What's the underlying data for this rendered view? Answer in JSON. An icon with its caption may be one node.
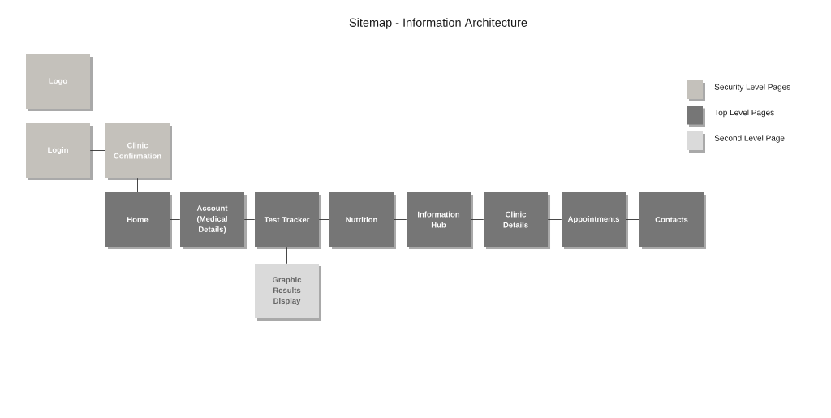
{
  "diagram": {
    "title": "Sitemap - Information Architecture",
    "nodes": [
      {
        "text": [
          "Logo"
        ]
      },
      {
        "text": [
          "Login"
        ]
      },
      {
        "text": [
          "Clinic Confirmation"
        ]
      },
      {
        "text": [
          "Home"
        ]
      },
      {
        "text": [
          "Account (Medical Details)"
        ]
      },
      {
        "text": [
          "Test Tracker"
        ]
      },
      {
        "text": [
          "Nutrition"
        ]
      },
      {
        "text": [
          "Information Hub"
        ]
      },
      {
        "text": [
          "Clinic Details"
        ]
      },
      {
        "text": [
          "Appointments"
        ]
      },
      {
        "text": [
          "Contacts"
        ]
      },
      {
        "text": [
          "Graphic Results Display"
        ]
      }
    ],
    "edges": [
      {
        "from": 0,
        "to": 1,
        "arrow": "none"
      },
      {
        "from": 1,
        "to": 2,
        "arrow": "none"
      },
      {
        "from": 2,
        "to": 3,
        "arrow": "none"
      },
      {
        "from": 3,
        "to": 4,
        "arrow": "none"
      },
      {
        "from": 4,
        "to": 5,
        "arrow": "none"
      },
      {
        "from": 5,
        "to": 6,
        "arrow": "none"
      },
      {
        "from": 6,
        "to": 7,
        "arrow": "none"
      },
      {
        "from": 7,
        "to": 8,
        "arrow": "none"
      },
      {
        "from": 8,
        "to": 9,
        "arrow": "none"
      },
      {
        "from": 9,
        "to": 10,
        "arrow": "none"
      },
      {
        "from": 5,
        "to": 11,
        "arrow": "none"
      }
    ],
    "legend": [
      {
        "text": "Security Level Pages",
        "color": "#c4c1bb"
      },
      {
        "text": "Top Level Pages",
        "color": "#767676"
      },
      {
        "text": "Second Level Page",
        "color": "#dadada"
      }
    ]
  }
}
